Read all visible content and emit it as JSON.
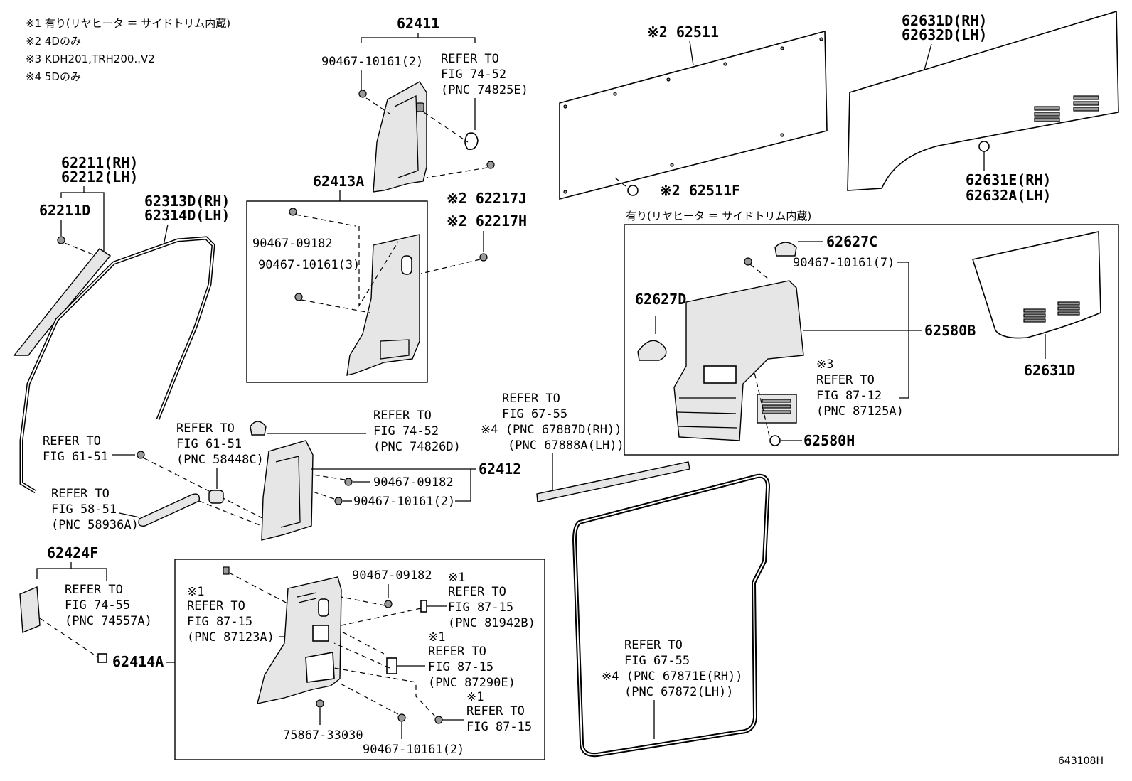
{
  "notes": [
    "※1 有り(リヤヒータ ＝ サイドトリム内蔵)",
    "※2 4Dのみ",
    "※3 KDH201,TRH200..V2",
    "※4 5Dのみ"
  ],
  "labels": {
    "p62411": "62411",
    "p90467_10161_2_top": "90467-10161(2)",
    "refer74_52_a": [
      "REFER TO",
      "FIG 74-52",
      "(PNC 74825E)"
    ],
    "p62413A": "62413A",
    "p90467_09182_a": "90467-09182",
    "p90467_10161_3": "90467-10161(3)",
    "p62217J": "※2 62217J",
    "p62217H": "※2 62217H",
    "p62511": "※2 62511",
    "p62511F": "※2 62511F",
    "p62631D_RH": "62631D(RH)",
    "p62632D_LH": "62632D(LH)",
    "p62631E_RH": "62631E(RH)",
    "p62632A_LH": "62632A(LH)",
    "heater_box_title": "有り(リヤヒータ ＝ サイドトリム内蔵)",
    "p62627C": "62627C",
    "p90467_10161_7": "90467-10161(7)",
    "p62627D": "62627D",
    "p62580B": "62580B",
    "p62631D": "62631D",
    "refer87_12": [
      "※3",
      "REFER TO",
      "FIG 87-12",
      "(PNC 87125A)"
    ],
    "p62580H": "62580H",
    "p62211_RH": "62211(RH)",
    "p62212_LH": "62212(LH)",
    "p62211D": "62211D",
    "p62313D_RH": "62313D(RH)",
    "p62314D_LH": "62314D(LH)",
    "refer61_51_a": [
      "REFER TO",
      "FIG 61-51"
    ],
    "refer61_51_b": [
      "REFER TO",
      "FIG 61-51",
      "(PNC 58448C)"
    ],
    "refer74_52_b": [
      "REFER TO",
      "FIG 74-52",
      "(PNC 74826D)"
    ],
    "refer67_55_a": [
      "REFER TO",
      "FIG 67-55",
      "※4 (PNC 67887D(RH))",
      "(PNC 67888A(LH))"
    ],
    "p62412": "62412",
    "p90467_09182_b": "90467-09182",
    "p90467_10161_2_mid": "90467-10161(2)",
    "refer58_51": [
      "REFER TO",
      "FIG 58-51",
      "(PNC 58936A)"
    ],
    "p62424F": "62424F",
    "refer74_55": [
      "REFER TO",
      "FIG 74-55",
      "(PNC 74557A)"
    ],
    "p62414A": "62414A",
    "refer87_15_a": [
      "※1",
      "REFER TO",
      "FIG 87-15",
      "(PNC 87123A)"
    ],
    "p90467_09182_c": "90467-09182",
    "refer87_15_b": [
      "※1",
      "REFER TO",
      "FIG 87-15",
      "(PNC 81942B)"
    ],
    "refer87_15_c": [
      "※1",
      "REFER TO",
      "FIG 87-15",
      "(PNC 87290E)"
    ],
    "refer87_15_d": [
      "※1",
      "REFER TO",
      "FIG 87-15"
    ],
    "p75867_33030": "75867-33030",
    "p90467_10161_2_bot": "90467-10161(2)",
    "refer67_55_b": [
      "REFER TO",
      "FIG 67-55",
      "※4 (PNC 67871E(RH))",
      "(PNC 67872(LH))"
    ],
    "figure_code": "643108H"
  }
}
